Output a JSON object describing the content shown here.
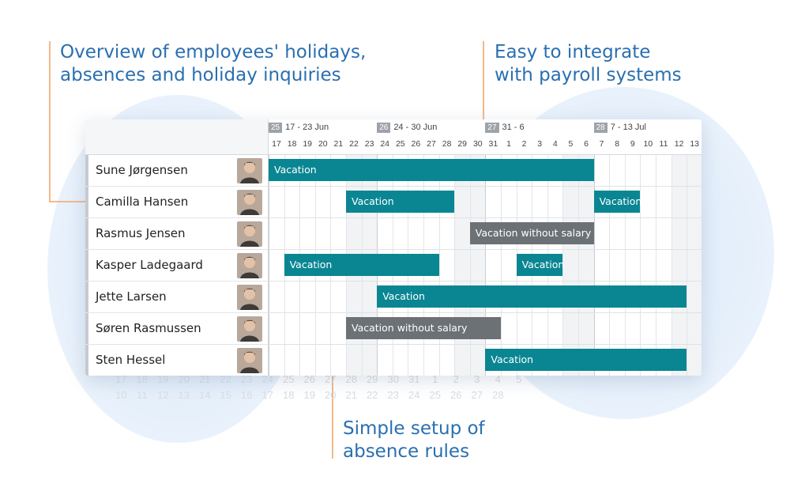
{
  "callouts": {
    "top_left": [
      "Overview of employees' holidays,",
      "absences and holiday inquiries"
    ],
    "top_right": [
      "Easy to integrate",
      "with payroll systems"
    ],
    "bottom": [
      "Simple setup of",
      "absence rules"
    ]
  },
  "ghost_rows": {
    "row1": [
      "17",
      "18",
      "19",
      "20",
      "21",
      "22",
      "23",
      "24",
      "25",
      "26",
      "27",
      "28",
      "29",
      "30",
      "31",
      "1",
      "2",
      "3",
      "4",
      "5"
    ],
    "row2": [
      "10",
      "11",
      "12",
      "13",
      "14",
      "15",
      "16",
      "17",
      "18",
      "19",
      "20",
      "21",
      "22",
      "23",
      "24",
      "25",
      "26",
      "27",
      "28"
    ]
  },
  "weeks": [
    {
      "num": "25",
      "range": "17 - 23 Jun"
    },
    {
      "num": "26",
      "range": "24 - 30 Jun"
    },
    {
      "num": "27",
      "range": "31 - 6"
    },
    {
      "num": "28",
      "range": "7 - 13 Jul"
    }
  ],
  "days": [
    "17",
    "18",
    "19",
    "20",
    "21",
    "22",
    "23",
    "24",
    "25",
    "26",
    "27",
    "28",
    "29",
    "30",
    "31",
    "1",
    "2",
    "3",
    "4",
    "5",
    "6",
    "7",
    "8",
    "9",
    "10",
    "11",
    "12",
    "13"
  ],
  "employees": [
    {
      "name": "Sune Jørgensen",
      "avatar": "avatar-photo"
    },
    {
      "name": "Camilla Hansen",
      "avatar": "avatar-photo"
    },
    {
      "name": "Rasmus Jensen",
      "avatar": "avatar-photo"
    },
    {
      "name": "Kasper Ladegaard",
      "avatar": "avatar-photo"
    },
    {
      "name": "Jette Larsen",
      "avatar": "avatar-photo"
    },
    {
      "name": "Søren Rasmussen",
      "avatar": "avatar-photo"
    },
    {
      "name": "Sten Hessel",
      "avatar": "avatar-photo"
    }
  ],
  "absences": [
    {
      "row": 0,
      "start_day": "17",
      "end_day": "6",
      "label": "Vacation",
      "kind": "vacation"
    },
    {
      "row": 1,
      "start_day": "22",
      "end_day": "28",
      "label": "Vacation",
      "kind": "vacation"
    },
    {
      "row": 1,
      "start_day": "7",
      "end_day": "9",
      "label": "Vacation",
      "kind": "vacation"
    },
    {
      "row": 2,
      "start_day": "30",
      "end_day": "6",
      "label": "Vacation without salary",
      "kind": "no-salary"
    },
    {
      "row": 3,
      "start_day": "18",
      "end_day": "27",
      "label": "Vacation",
      "kind": "vacation"
    },
    {
      "row": 3,
      "start_day": "2",
      "end_day": "4",
      "label": "Vacation",
      "kind": "vacation"
    },
    {
      "row": 4,
      "start_day": "24",
      "end_day": "12",
      "label": "Vacation",
      "kind": "vacation"
    },
    {
      "row": 5,
      "start_day": "22",
      "end_day": "31",
      "label": "Vacation without salary",
      "kind": "no-salary"
    },
    {
      "row": 6,
      "start_day": "31",
      "end_day": "12",
      "label": "Vacation",
      "kind": "vacation"
    }
  ],
  "colors": {
    "vacation": "#0a8693",
    "no_salary": "#6c7176",
    "callout_text": "#2a6fb0",
    "callout_line": "#f2b98a"
  }
}
